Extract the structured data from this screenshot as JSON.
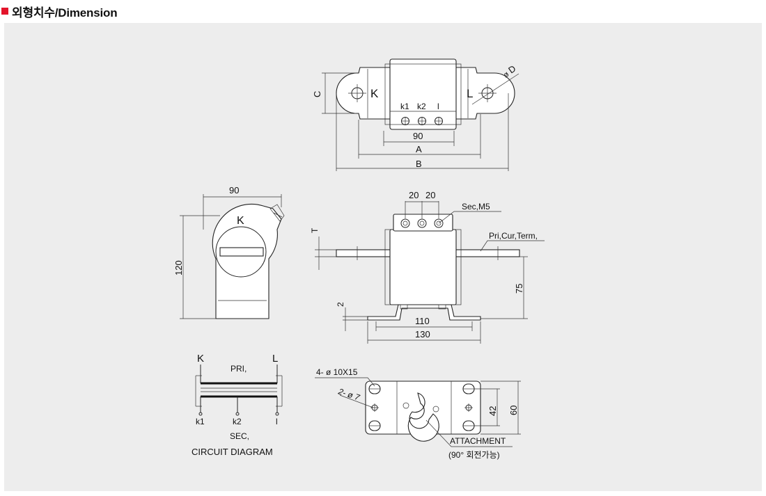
{
  "header": {
    "title": "외형치수/Dimension",
    "marker_color": "#e3142b"
  },
  "panel_background": "#ededed",
  "top_view": {
    "left_terminal": "K",
    "right_terminal": "L",
    "sec_terminals": [
      "k1",
      "k2",
      "l"
    ],
    "dim_width": "90",
    "dim_A": "A",
    "dim_B": "B",
    "dim_C": "C",
    "dia_label": "D",
    "dia_symbol": "ø"
  },
  "side_view": {
    "dim_width": "90",
    "dim_height": "120",
    "terminal_label": "K"
  },
  "front_view": {
    "pitch_left": "20",
    "pitch_right": "20",
    "sec_label": "Sec,M5",
    "pri_label": "Pri,Cur,Term,",
    "dim_T": "T",
    "dim_75": "75",
    "dim_2": "2",
    "dim_110": "110",
    "dim_130": "130"
  },
  "circuit": {
    "k_label": "K",
    "l_label": "L",
    "pri_label": "PRI,",
    "terminals": [
      "k1",
      "k2",
      "l"
    ],
    "sec_label": "SEC,",
    "caption": "CIRCUIT DIAGRAM"
  },
  "bottom_view": {
    "hole_label": "4- ø 10X15",
    "small_hole_label": "2- ø 7",
    "dim_42": "42",
    "dim_60": "60",
    "attachment_label": "ATTACHMENT",
    "attachment_note": "(90° 회전가능)"
  }
}
